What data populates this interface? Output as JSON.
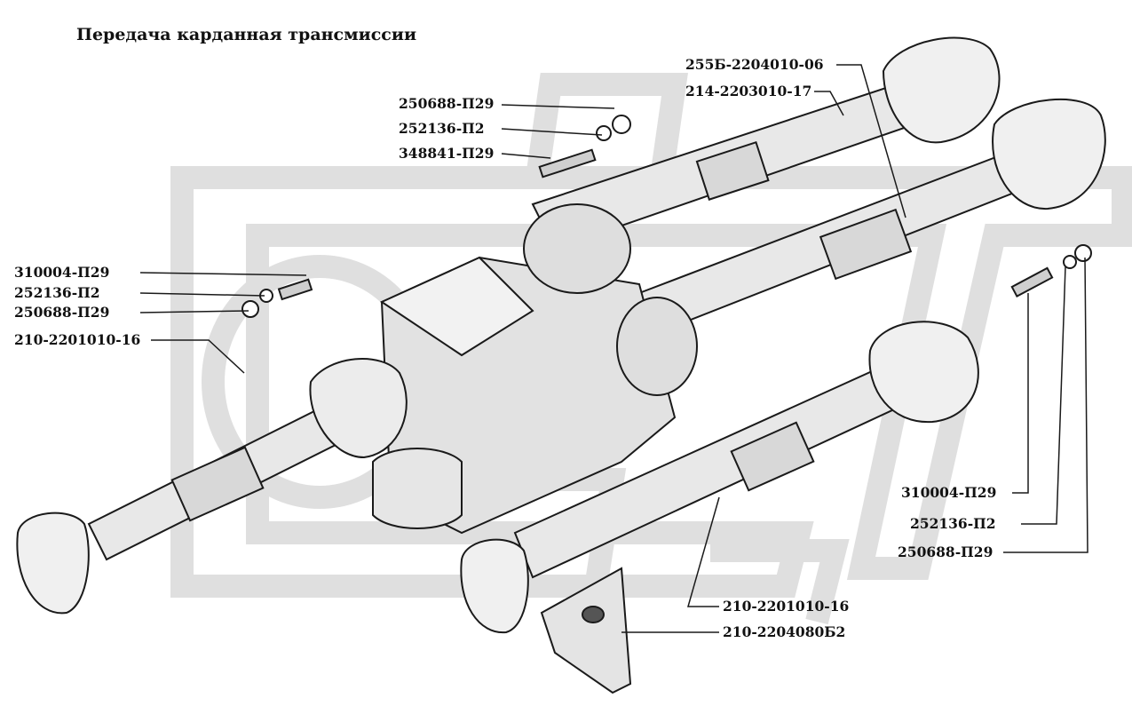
{
  "title": "Передача карданная трансмиссии",
  "colors": {
    "ink": "#1a1a1a",
    "watermark": "#d9d9d9",
    "metal": "#e6e6e6",
    "shade": "#bdbdbd"
  },
  "callouts": {
    "top_nut": "250688-П29",
    "top_washer": "252136-П2",
    "top_stud": "348841-П29",
    "top_shaft_rear": "255Б-2204010-06",
    "top_shaft_front": "214-2203010-17",
    "left_bolt": "310004-П29",
    "left_washer": "252136-П2",
    "left_nut": "250688-П29",
    "left_shaft": "210-2201010-16",
    "right_bolt": "310004-П29",
    "right_washer": "252136-П2",
    "right_nut": "250688-П29",
    "bottom_shaft": "210-2201010-16",
    "bottom_support": "210-2204080Б2"
  }
}
